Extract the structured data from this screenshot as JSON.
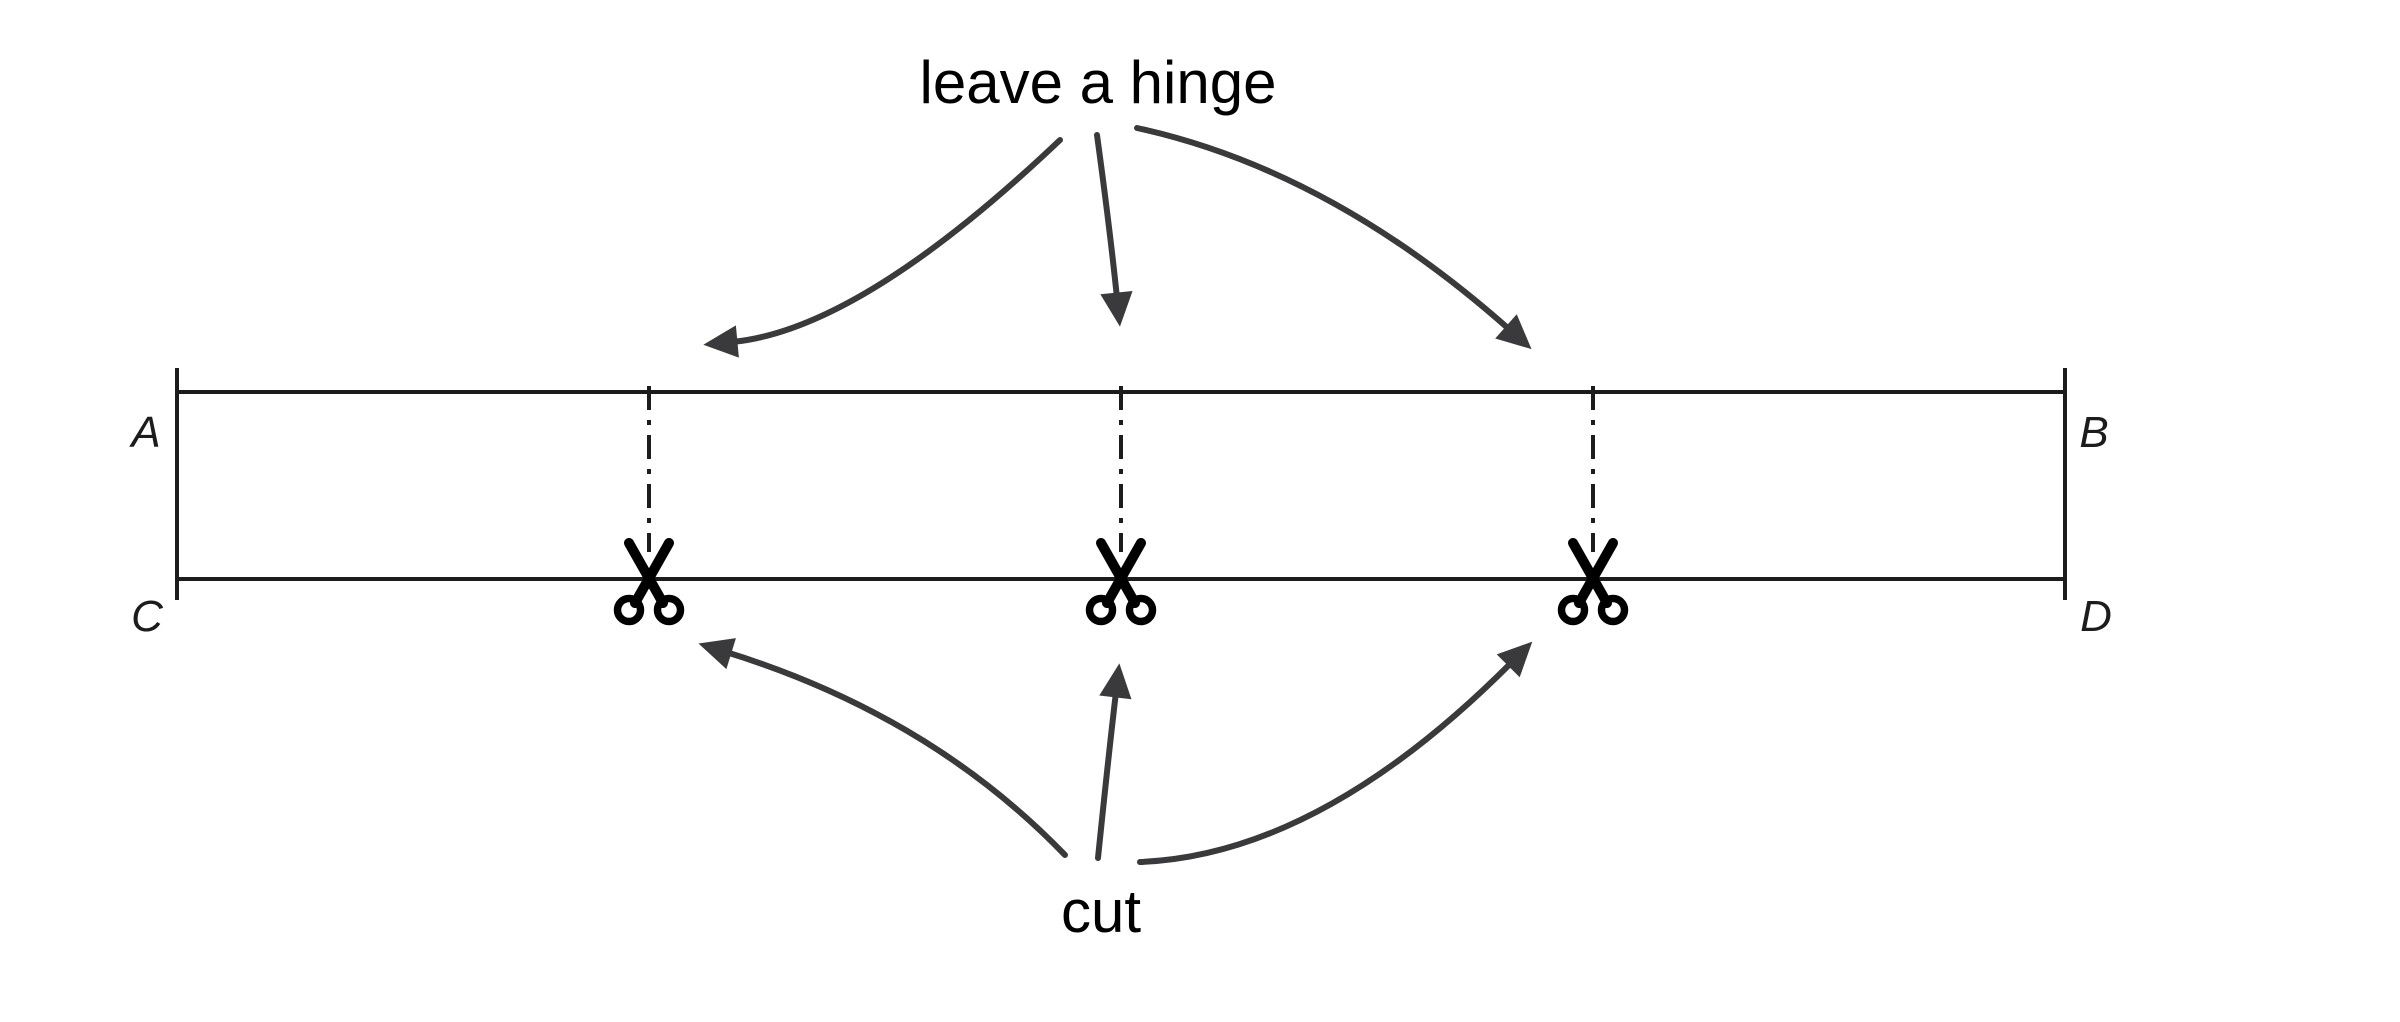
{
  "diagram": {
    "title_annotation": "leave a hinge",
    "bottom_annotation": "cut",
    "corners": {
      "top_left": "A",
      "top_right": "B",
      "bottom_left": "C",
      "bottom_right": "D"
    },
    "hinge_line_count": 3,
    "cut_mark_count": 3,
    "icons": {
      "cut_mark": "scissors-icon"
    },
    "colors": {
      "background": "#ffffff",
      "line": "#1c1c1c",
      "arrow": "#3a3a3c",
      "text": "#000000"
    }
  }
}
